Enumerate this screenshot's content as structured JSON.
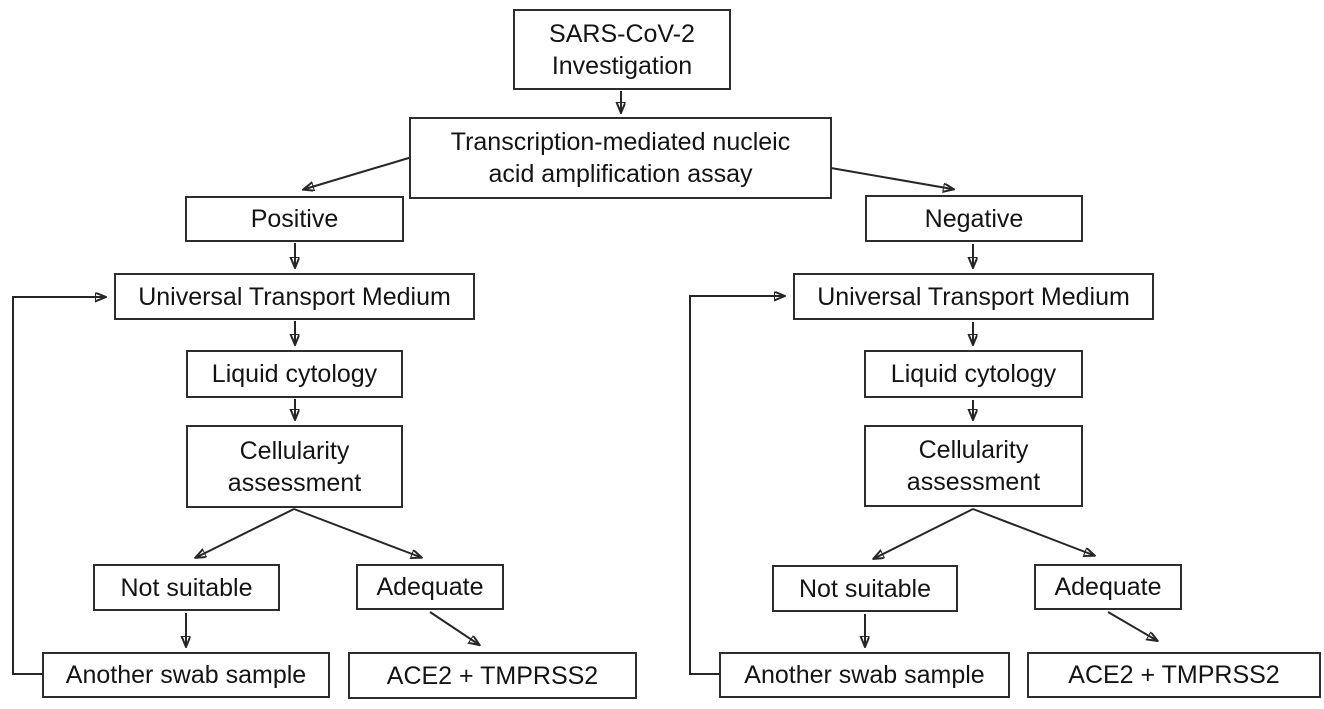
{
  "diagram": {
    "title": "SARS-CoV-2 investigation flowchart",
    "labels": {
      "root": "SARS-CoV-2 Investigation",
      "assay": "Transcription-mediated nucleic acid amplification assay",
      "positive": "Positive",
      "negative": "Negative",
      "utm": "Universal Transport Medium",
      "liquid_cytology": "Liquid cytology",
      "cellularity": "Cellularity assessment",
      "not_suitable": "Not suitable",
      "adequate": "Adequate",
      "another_swab": "Another swab sample",
      "ace2_tmprss2": "ACE2 + TMPRSS2"
    },
    "edges": [
      "root -> assay",
      "assay -> positive",
      "assay -> negative",
      "positive -> utm (left)",
      "utm (left) -> liquid_cytology (left)",
      "liquid_cytology (left) -> cellularity (left)",
      "cellularity (left) -> not_suitable (left)",
      "cellularity (left) -> adequate (left)",
      "not_suitable (left) -> another_swab (left)",
      "adequate (left) -> ace2_tmprss2 (left)",
      "another_swab (left) -> utm (left) [feedback loop]",
      "negative -> utm (right)",
      "utm (right) -> liquid_cytology (right)",
      "liquid_cytology (right) -> cellularity (right)",
      "cellularity (right) -> not_suitable (right)",
      "cellularity (right) -> adequate (right)",
      "not_suitable (right) -> another_swab (right)",
      "adequate (right) -> ace2_tmprss2 (right)",
      "another_swab (right) -> utm (right) [feedback loop]"
    ],
    "colors": {
      "background": "#ffffff",
      "box_fill": "#ffffff",
      "box_border": "#2d2d2d",
      "connector": "#262626",
      "text": "#141414"
    }
  }
}
